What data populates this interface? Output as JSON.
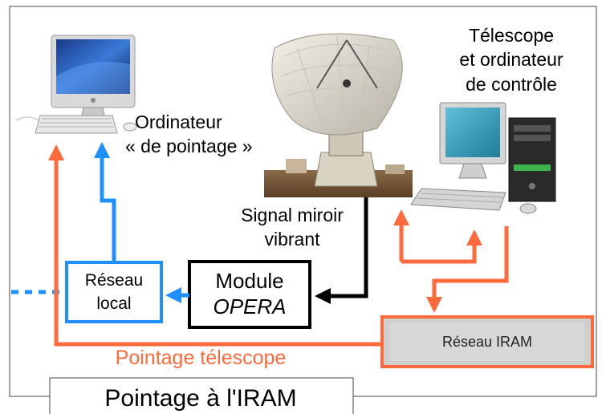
{
  "title": "Pointage à l'IRAM",
  "labels": {
    "computer_pointing": [
      "Ordinateur",
      "« de pointage »"
    ],
    "telescope_computer": [
      "Télescope",
      "et ordinateur",
      "de contrôle"
    ],
    "signal": [
      "Signal miroir",
      "vibrant"
    ],
    "local_network": [
      "Réseau",
      "local"
    ],
    "module_opera": [
      "Module",
      "OPERA"
    ],
    "iram_network": "Réseau IRAM",
    "telescope_pointing": "Pointage télescope"
  },
  "colors": {
    "blue": "#1e90ff",
    "orange": "#ff6a3d",
    "black": "#000000",
    "iram_box_fill": "#cfcfcf"
  },
  "icons": [
    "imac-computer-icon",
    "radio-telescope-image",
    "desktop-tower-computer-icon"
  ]
}
